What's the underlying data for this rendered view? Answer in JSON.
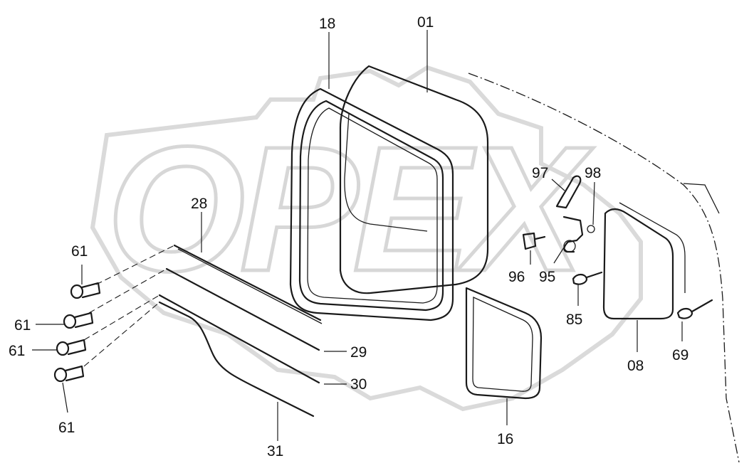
{
  "watermark": {
    "text": "OPEX",
    "color": "#d7d7d7"
  },
  "diagram": {
    "labels": {
      "18": "18",
      "01": "01",
      "97": "97",
      "98": "98",
      "28": "28",
      "61a": "61",
      "61b": "61",
      "61c": "61",
      "61d": "61",
      "96": "96",
      "95": "95",
      "85": "85",
      "29": "29",
      "30": "30",
      "31": "31",
      "16": "16",
      "08": "08",
      "69": "69"
    }
  }
}
